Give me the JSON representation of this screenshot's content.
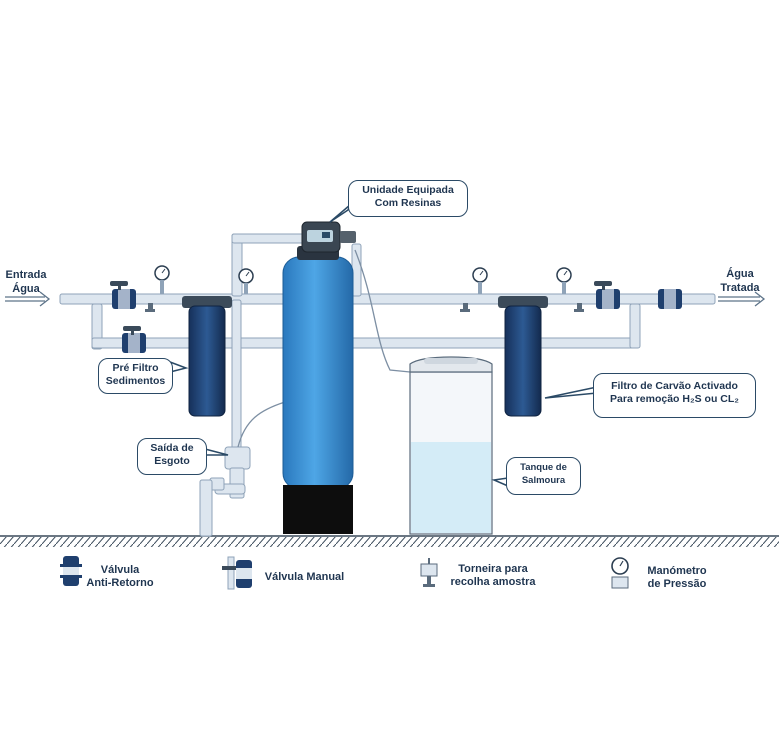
{
  "labels": {
    "inlet_line1": "Entrada",
    "inlet_line2": "Água",
    "outlet_line1": "Água",
    "outlet_line2": "Tratada"
  },
  "callouts": {
    "unit_line1": "Unidade Equipada",
    "unit_line2": "Com Resinas",
    "prefilter_line1": "Pré Filtro",
    "prefilter_line2": "Sedimentos",
    "drain_line1": "Saída de",
    "drain_line2": "Esgoto",
    "brine_line1": "Tanque de",
    "brine_line2": "Salmoura",
    "carbon_line1": "Filtro de Carvão Activado",
    "carbon_line2": "Para remoção H₂S ou CL₂"
  },
  "legend": {
    "check_valve_line1": "Válvula",
    "check_valve_line2": "Anti-Retorno",
    "manual_valve": "Válvula Manual",
    "sample_tap_line1": "Torneira para",
    "sample_tap_line2": "recolha amostra",
    "gauge_line1": "Manómetro",
    "gauge_line2": "de Pressão"
  },
  "colors": {
    "pipe": "#dde6ef",
    "pipe_stroke": "#8fa3b8",
    "tank_blue": "#3a8fd0",
    "tank_base": "#0d0d0d",
    "filter_navy": "#1f3f6e",
    "brine_water": "#d4ecf7",
    "outline": "#2b4a66"
  },
  "icons": [
    "check-valve-icon",
    "manual-valve-icon",
    "sample-tap-icon",
    "pressure-gauge-icon",
    "arrow-right-icon"
  ]
}
